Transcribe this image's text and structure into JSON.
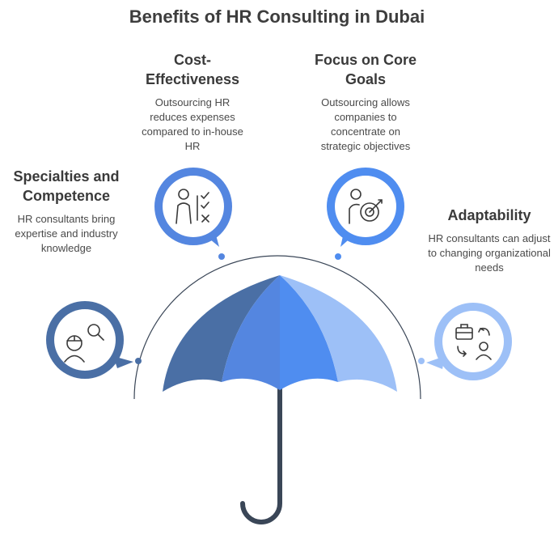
{
  "title": "Benefits of HR Consulting in Dubai",
  "colors": {
    "dark_blue": "#4a6fa5",
    "mid_blue": "#5486e0",
    "bright_blue": "#4f8df0",
    "light_blue": "#9dc0f7",
    "handle": "#3a4657",
    "arc": "#3a4657"
  },
  "benefits": [
    {
      "heading": "Specialties and Competence",
      "description": "HR consultants bring expertise and industry knowledge",
      "icon": "expert-search-icon"
    },
    {
      "heading": "Cost-Effectiveness",
      "description": "Outsourcing HR reduces expenses compared to in-house HR",
      "icon": "checklist-person-icon"
    },
    {
      "heading": "Focus on Core Goals",
      "description": "Outsourcing allows companies to concentrate on strategic objectives",
      "icon": "target-person-icon"
    },
    {
      "heading": "Adaptability",
      "description": "HR consultants can adjust to changing organizational needs",
      "icon": "briefcase-exchange-icon"
    }
  ]
}
